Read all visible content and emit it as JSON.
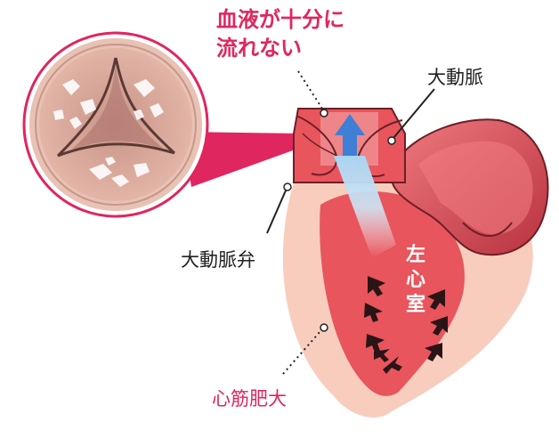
{
  "labels": {
    "blood_flow_line1": "血液が十分に",
    "blood_flow_line2": "流れない",
    "aorta": "大動脈",
    "aortic_valve": "大動脈弁",
    "left_ventricle": [
      "左",
      "心",
      "室"
    ],
    "hypertrophy": "心筋肥大"
  },
  "colors": {
    "accent_pink": "#e0265f",
    "muscle_outer": "#f8cdbd",
    "chamber": "#e8555c",
    "aorta_wall": "#d64a55",
    "arrow_blue": "#3f7fd6",
    "text_dark": "#222222"
  },
  "icons": {
    "pressure_arrows": "arrow-icon",
    "flow_arrow": "up-arrow-icon"
  }
}
